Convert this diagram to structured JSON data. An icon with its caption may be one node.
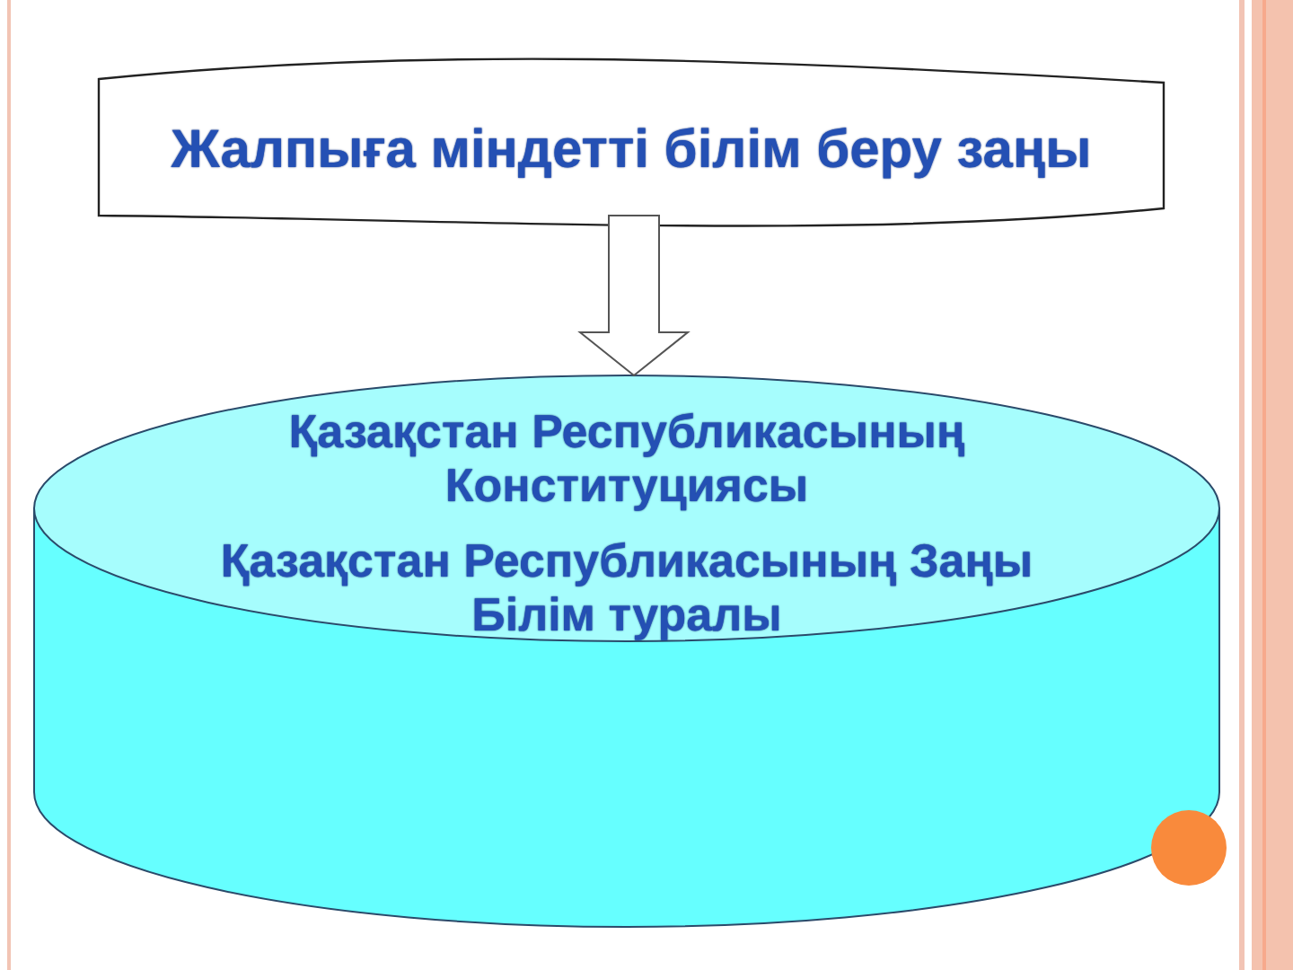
{
  "diagram": {
    "nodes": [
      {
        "text": [
          "Жалпыға міндетті білім беру  заңы"
        ]
      },
      {
        "text": [
          "Қазақстан Республикасының Конституциясы",
          "Қазақстан Республикасының Заңы Білім туралы"
        ]
      }
    ],
    "edges": [
      {
        "from": 0,
        "to": 1,
        "arrow": "to"
      }
    ]
  }
}
